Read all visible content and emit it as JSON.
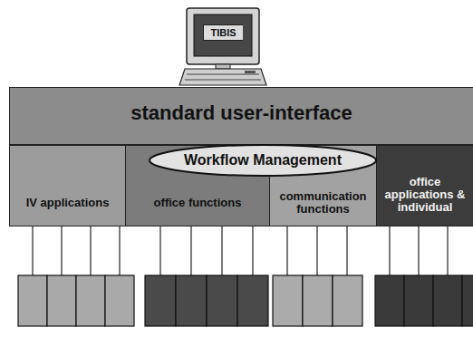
{
  "diagram": {
    "nodes": [
      {
        "text": [
          "TIBIS"
        ]
      },
      {
        "text": [
          "standard user-interface"
        ]
      },
      {
        "text": [
          "Workflow Management"
        ]
      },
      {
        "text": [
          "IV applications"
        ]
      },
      {
        "text": [
          "office functions"
        ]
      },
      {
        "text": [
          "communication functions"
        ]
      },
      {
        "text": [
          "office applications & individual"
        ]
      }
    ]
  }
}
